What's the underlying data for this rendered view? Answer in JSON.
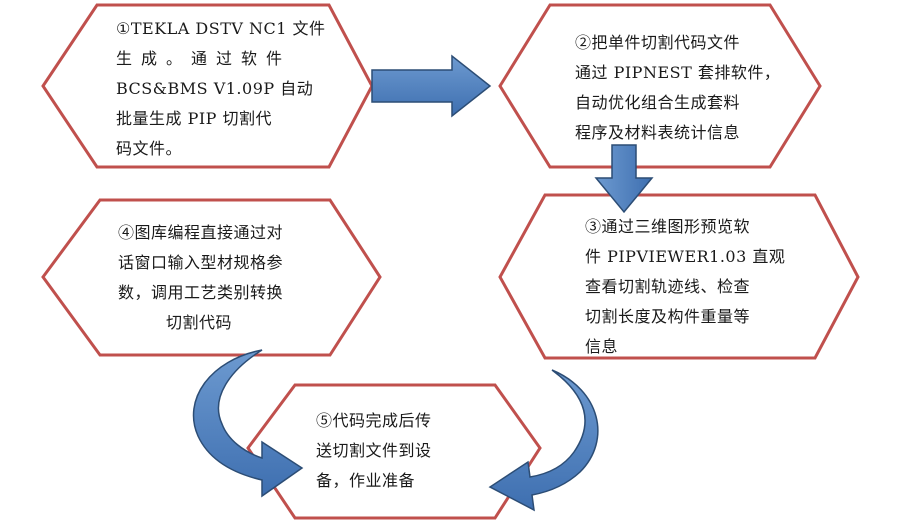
{
  "steps": [
    {
      "id": "step-1",
      "lines": [
        "①TEKLA DSTV NC1 文件",
        "生成。通过软件",
        "BCS&BMS V1.09P 自动",
        "批量生成 PIP 切割代",
        "码文件。"
      ]
    },
    {
      "id": "step-2",
      "lines": [
        "②把单件切割代码文件",
        "通过 PIPNEST 套排软件，",
        "自动优化组合生成套料",
        "程序及材料表统计信息"
      ]
    },
    {
      "id": "step-3",
      "lines": [
        "③通过三维图形预览软",
        "件 PIPVIEWER1.03 直观",
        "查看切割轨迹线、检查",
        "切割长度及构件重量等",
        "信息"
      ]
    },
    {
      "id": "step-4",
      "lines": [
        "④图库编程直接通过对",
        "话窗口输入型材规格参",
        "数，调用工艺类别转换",
        "切割代码"
      ]
    },
    {
      "id": "step-5",
      "lines": [
        "⑤代码完成后传",
        "送切割文件到设",
        "备，作业准备"
      ]
    }
  ],
  "colors": {
    "hexagon_border": "#c0504d",
    "arrow_fill": "#4f81bd",
    "arrow_stroke": "#2c4d75"
  }
}
